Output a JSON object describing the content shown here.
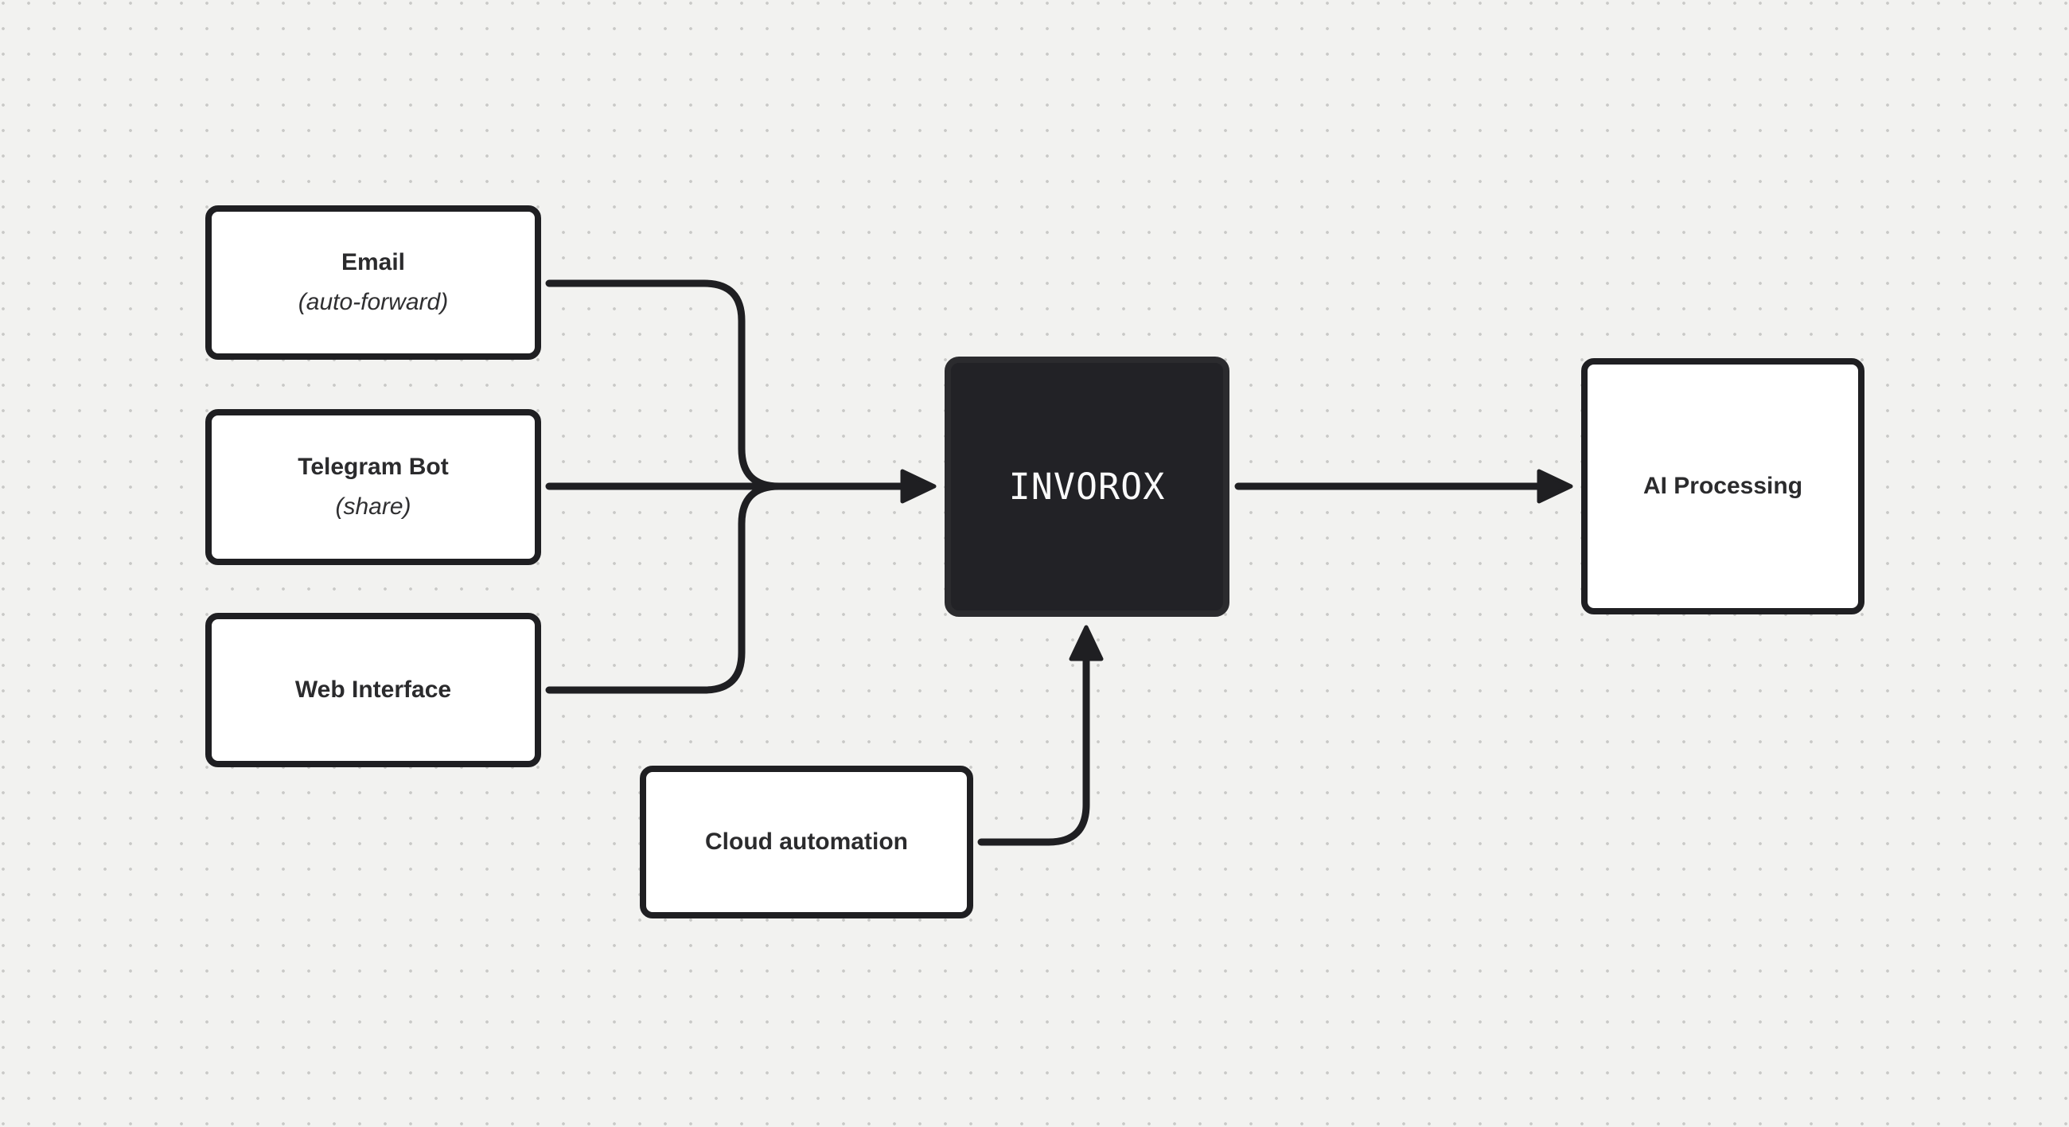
{
  "canvas": {
    "background_color": "#f2f2f0",
    "dot_color": "#c9c9c7",
    "stroke_color": "#1f1f22",
    "dark_node_color": "#222226",
    "dark_node_text_color": "#fafafa",
    "node_text_color": "#2b2b2d"
  },
  "diagram": {
    "nodes": {
      "email": {
        "title": "Email",
        "subtitle": "(auto-forward)"
      },
      "telegram": {
        "title": "Telegram Bot",
        "subtitle": "(share)"
      },
      "web": {
        "title": "Web Interface"
      },
      "invorox": {
        "title": "INVOROX"
      },
      "cloud": {
        "title": "Cloud automation"
      },
      "ai": {
        "title": "AI Processing"
      }
    },
    "edges": [
      {
        "from": "Email (auto-forward)",
        "to": "INVOROX"
      },
      {
        "from": "Telegram Bot (share)",
        "to": "INVOROX"
      },
      {
        "from": "Web Interface",
        "to": "INVOROX"
      },
      {
        "from": "Cloud automation",
        "to": "INVOROX"
      },
      {
        "from": "INVOROX",
        "to": "AI Processing"
      }
    ]
  }
}
